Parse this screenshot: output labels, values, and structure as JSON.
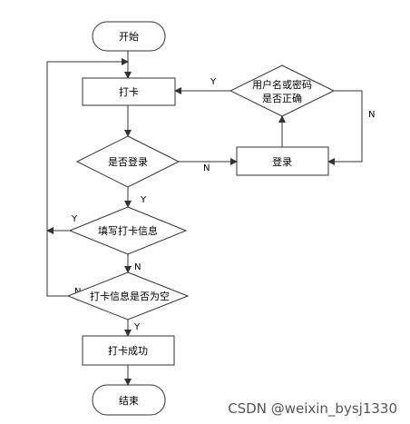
{
  "nodes": {
    "start": "开始",
    "checkin": "打卡",
    "logged_in": "是否登录",
    "login": "登录",
    "credentials_line1": "用户名或密码",
    "credentials_line2": "是否正确",
    "fill_info": "填写打卡信息",
    "info_empty": "打卡信息是否为空",
    "success": "打卡成功",
    "end": "结束"
  },
  "labels": {
    "yes": "Y",
    "no": "N"
  },
  "watermark": "CSDN @weixin_bysj1330"
}
